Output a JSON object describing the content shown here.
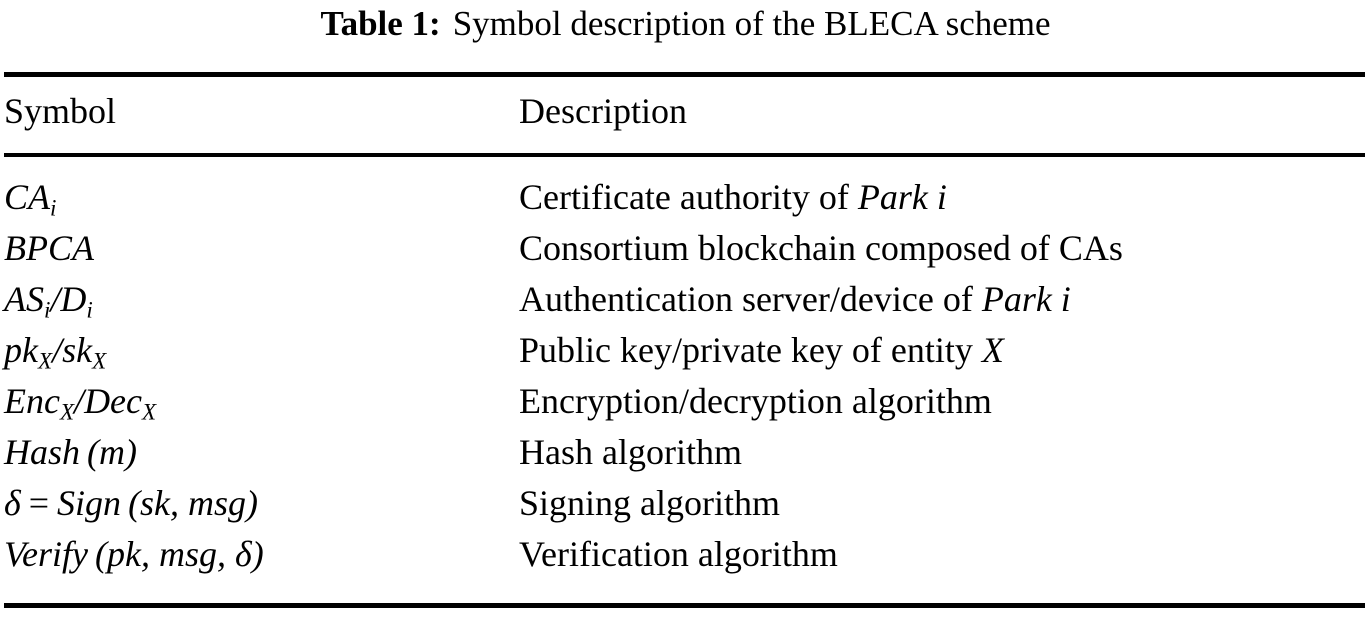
{
  "caption": {
    "label": "Table 1:",
    "text": "Symbol description of the BLECA scheme",
    "full": "Table 1:  Symbol description of the BLECA scheme"
  },
  "table": {
    "columns": [
      "Symbol",
      "Description"
    ],
    "rows": [
      {
        "symbol_plain": "CA_i",
        "symbol_base": "CA",
        "symbol_sub": "i",
        "description_plain": "Certificate authority of Park i",
        "description_pre": "Certificate authority of ",
        "description_em": "Park i",
        "description_post": ""
      },
      {
        "symbol_plain": "BPCA",
        "symbol_base": "BPCA",
        "symbol_sub": "",
        "description_plain": "Consortium blockchain composed of CAs",
        "description_pre": "Consortium blockchain composed of CAs",
        "description_em": "",
        "description_post": ""
      },
      {
        "symbol_plain": "AS_i/D_i",
        "symbol_base": "AS",
        "symbol_sub": "i",
        "symbol_base2": "D",
        "symbol_sub2": "i",
        "description_plain": "Authentication server/device of Park i",
        "description_pre": "Authentication server/device of ",
        "description_em": "Park i",
        "description_post": ""
      },
      {
        "symbol_plain": "pk_X/sk_X",
        "symbol_base": "pk",
        "symbol_sub": "X",
        "symbol_base2": "sk",
        "symbol_sub2": "X",
        "description_plain": "Public key/private key of entity X",
        "description_pre": "Public key/private key of entity ",
        "description_em": "X",
        "description_post": ""
      },
      {
        "symbol_plain": "Enc_X/Dec_X",
        "symbol_base": "Enc",
        "symbol_sub": "X",
        "symbol_base2": "Dec",
        "symbol_sub2": "X",
        "description_plain": "Encryption/decryption algorithm",
        "description_pre": "Encryption/decryption algorithm",
        "description_em": "",
        "description_post": ""
      },
      {
        "symbol_plain": "Hash (m)",
        "symbol_base": "Hash",
        "symbol_args": "(m)",
        "description_plain": "Hash algorithm",
        "description_pre": "Hash algorithm",
        "description_em": "",
        "description_post": ""
      },
      {
        "symbol_plain": "δ = Sign (sk, msg)",
        "symbol_lhs": "δ",
        "symbol_op": "=",
        "symbol_base": "Sign",
        "symbol_args": "(sk, msg)",
        "description_plain": "Signing algorithm",
        "description_pre": "Signing algorithm",
        "description_em": "",
        "description_post": ""
      },
      {
        "symbol_plain": "Verify (pk, msg, δ)",
        "symbol_base": "Verify",
        "symbol_args": "(pk, msg, δ)",
        "description_plain": "Verification algorithm",
        "description_pre": "Verification algorithm",
        "description_em": "",
        "description_post": ""
      }
    ]
  },
  "style": {
    "rule_color": "#000000",
    "text_color": "#000000",
    "background": "#ffffff"
  }
}
